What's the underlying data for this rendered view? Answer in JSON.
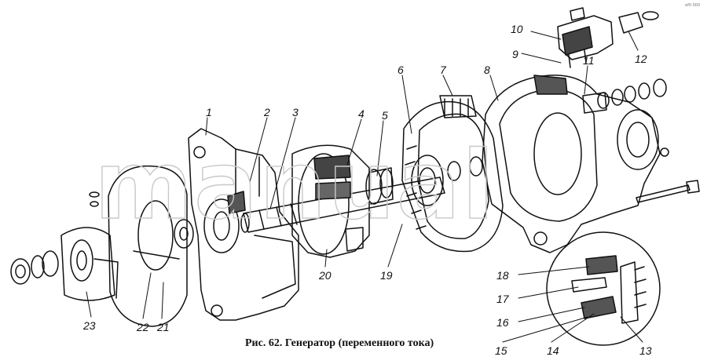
{
  "figure": {
    "caption": "Рис. 62. Генератор (переменного тока)",
    "watermark": "manual",
    "corner_mark": "ef0 000",
    "callouts": [
      "1",
      "2",
      "3",
      "4",
      "5",
      "6",
      "7",
      "8",
      "9",
      "10",
      "11",
      "12",
      "13",
      "14",
      "15",
      "16",
      "17",
      "18",
      "19",
      "20",
      "21",
      "22",
      "23"
    ]
  },
  "colors": {
    "ink": "#111111",
    "watermark": "#c9c9c9",
    "background": "#ffffff"
  }
}
